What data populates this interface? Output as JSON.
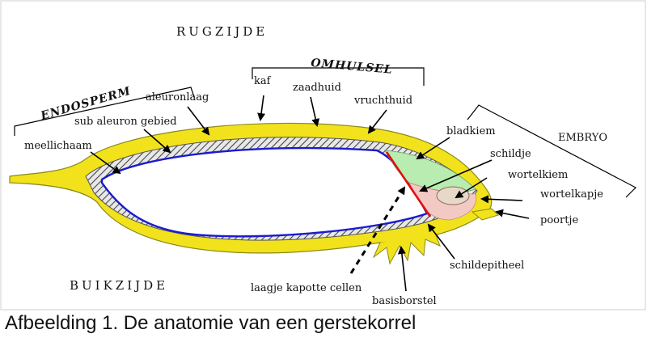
{
  "labels": {
    "rugzijde": "RUGZIJDE",
    "buikzijde": "BUIKZIJDE",
    "endosperm": "ENDOSPERM",
    "omhulsel": "OMHULSEL",
    "embryo": "EMBRYO",
    "kaf": "kaf",
    "zaadhuid": "zaadhuid",
    "vruchthuid": "vruchthuid",
    "aleuronlaag": "aleuronlaag",
    "sub_aleuron": "sub aleuron gebied",
    "meellichaam": "meellichaam",
    "bladkiem": "bladkiem",
    "schildje": "schildje",
    "wortelkiem": "wortelkiem",
    "wortelkapje": "wortelkapje",
    "poortje": "poortje",
    "schildepitheel": "schildepitheel",
    "kapotte_cellen": "laagje kapotte cellen",
    "basisborstel": "basisborstel"
  },
  "caption": "Afbeelding 1.  De anatomie van een gerstekorrel",
  "colors": {
    "husk": "#f2e21c",
    "husk_outline": "#8a8a1a",
    "aleurone_hatch": "#555555",
    "endosperm_line": "#1a1ad0",
    "scutellum_line": "#dd1111",
    "embryo_green": "#b8ecb0",
    "embryo_pink": "#f3c9c4"
  }
}
